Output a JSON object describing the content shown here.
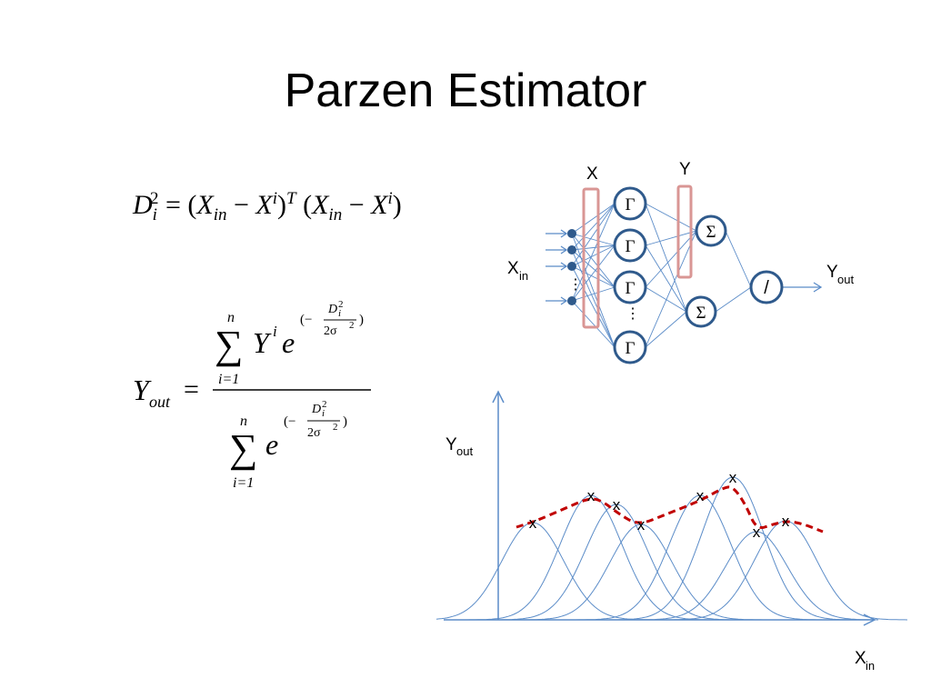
{
  "slide": {
    "title": "Parzen Estimator"
  },
  "equation_distance": {
    "lhs": "D",
    "lhs_sub": "i",
    "lhs_sup": "2",
    "rhs_open1": "= (",
    "x_var": "X",
    "in_sub": "in",
    "minus": "−",
    "xi_sup": "i",
    "close_T": ")",
    "T_sup": "T",
    "open2": "(",
    "close2": ")"
  },
  "equation_output": {
    "lhs": "Y",
    "lhs_sub": "out",
    "equals": "=",
    "sum": "∑",
    "sum_upper": "n",
    "sum_lower": "i=1",
    "y_var": "Y",
    "y_sup": "i",
    "e": "e",
    "exp_open": "(−",
    "exp_close": ")",
    "exp_num": "D",
    "exp_num_sub": "i",
    "exp_num_sup": "2",
    "exp_den": "2σ",
    "exp_den_sup": "2"
  },
  "network": {
    "input_layer_label": "X",
    "y_layer_label": "Y",
    "input_label": "X",
    "input_label_sub": "in",
    "output_label": "Y",
    "output_label_sub": "out",
    "pattern_node_symbol": "Γ",
    "sum_node_symbol": "Σ",
    "divide_node_symbol": "/",
    "ellipsis": "⋮",
    "node_stroke_color": "#2f5a8c",
    "line_color": "#5b8cc8",
    "layer_box_color": "#d99694"
  },
  "estimate_plot": {
    "y_axis_label": "Y",
    "y_axis_label_sub": "out",
    "x_axis_label": "X",
    "x_axis_label_sub": "in",
    "sample_marker": "x",
    "curve_color": "#5b8cc8",
    "estimate_color": "#c00000"
  }
}
